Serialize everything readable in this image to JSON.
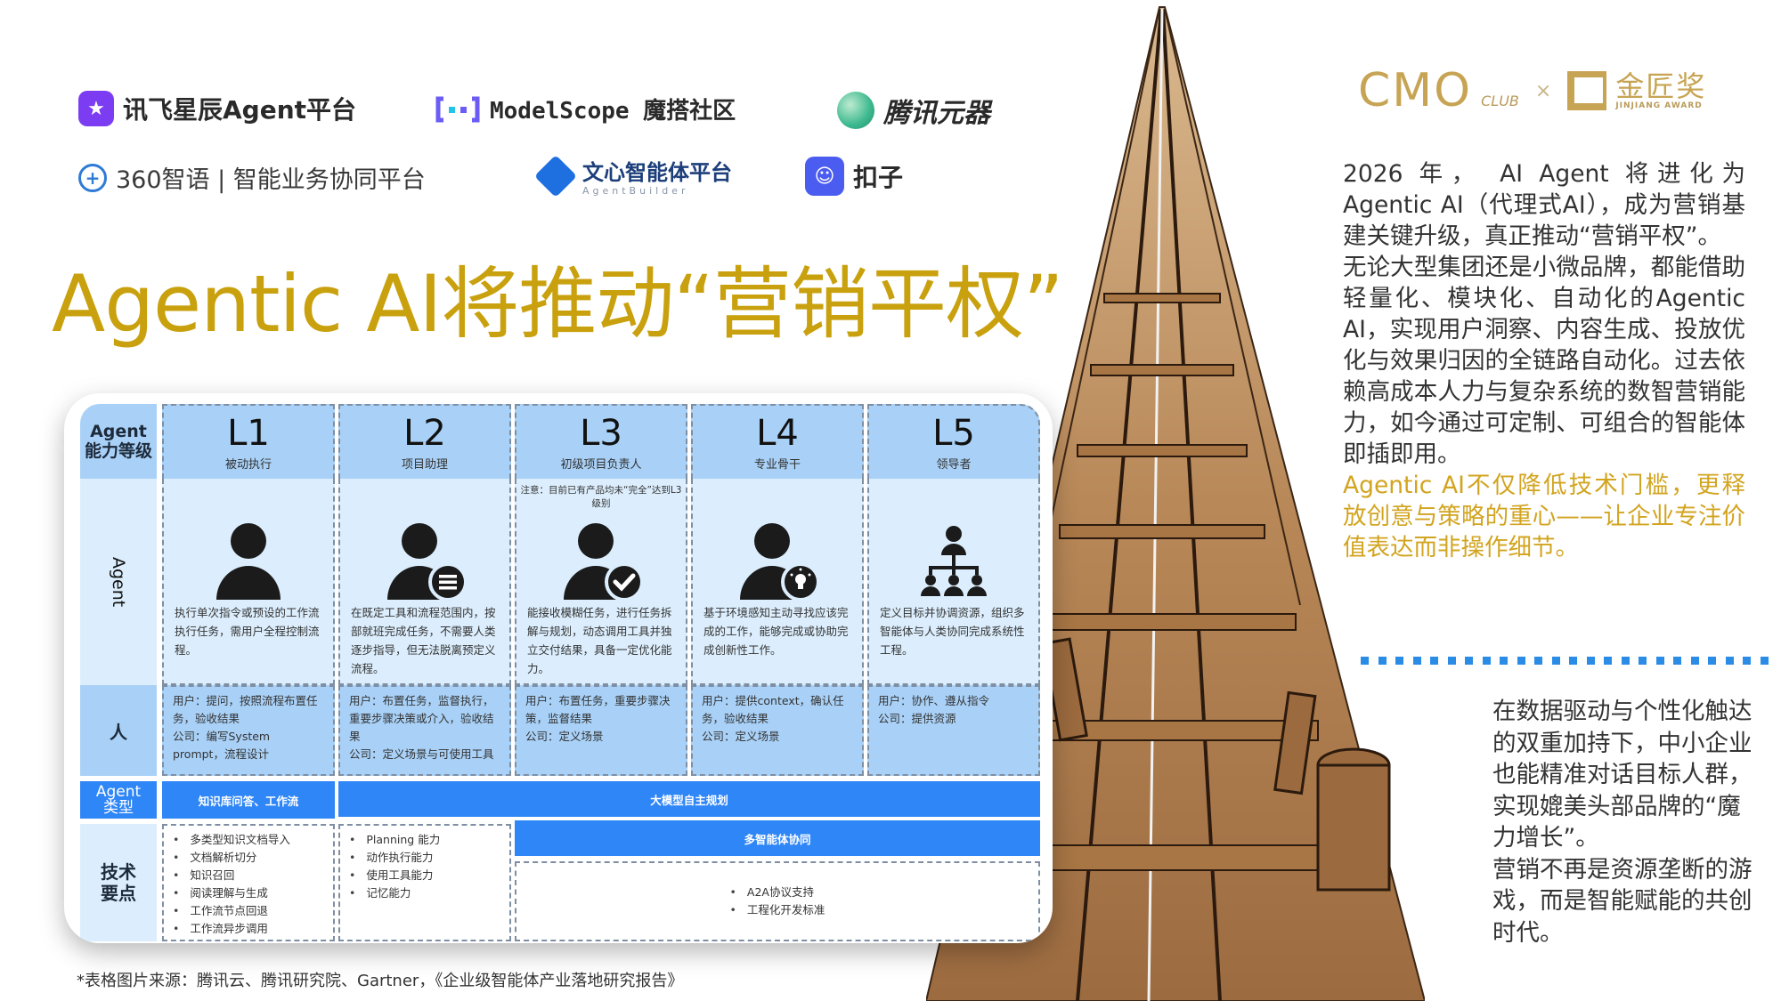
{
  "logos": [
    {
      "name": "讯飞星辰Agent平台",
      "icon": "iflytek-star-icon",
      "color": "#7B3CF2"
    },
    {
      "name": "ModelScope 魔搭社区",
      "icon": "modelscope-icon",
      "color": "#6A5CF5"
    },
    {
      "name": "腾讯元器",
      "icon": "tencent-yuanqi-icon",
      "color": "#3BB88E"
    },
    {
      "name": "360智语 | 智能业务协同平台",
      "icon": "360-icon",
      "color": "#2E7BD6"
    },
    {
      "name": "文心智能体平台",
      "sub": "AgentBuilder",
      "icon": "wenxin-icon",
      "color": "#1E6FE0"
    },
    {
      "name": "扣子",
      "icon": "coze-icon",
      "color": "#4B5CF0"
    }
  ],
  "title": "Agentic AI将推动“营销平权”",
  "table": {
    "corner": {
      "line1": "Agent",
      "line2": "能力等级"
    },
    "row_labels": {
      "agent": "Agent",
      "human": "人",
      "type": "Agent 类型",
      "tech": "技术 要点"
    },
    "levels": [
      {
        "code": "L1",
        "name": "被动执行",
        "icon": "person-icon",
        "desc": "执行单次指令或预设的工作流执行任务，需用户全程控制流程。",
        "human": "用户：提问，按照流程布置任务，验收结果\n公司：编写System prompt，流程设计"
      },
      {
        "code": "L2",
        "name": "项目助理",
        "icon": "person-list-icon",
        "desc": "在既定工具和流程范围内，按部就班完成任务，不需要人类逐步指导，但无法脱离预定义流程。",
        "human": "用户：布置任务，监督执行，重要步骤决策或介入，验收结果\n公司：定义场景与可使用工具"
      },
      {
        "code": "L3",
        "name": "初级项目负责人",
        "icon": "person-check-icon",
        "note": "注意：目前已有产品均未“完全”达到L3级别",
        "desc": "能接收模糊任务，进行任务拆解与规划，动态调用工具并独立交付结果，具备一定优化能力。",
        "human": "用户：布置任务，重要步骤决策，监督结果\n公司：定义场景"
      },
      {
        "code": "L4",
        "name": "专业骨干",
        "icon": "person-lightbulb-icon",
        "desc": "基于环境感知主动寻找应该完成的工作，能够完成或协助完成创新性工作。",
        "human": "用户：提供context，确认任务，验收结果\n公司：定义场景"
      },
      {
        "code": "L5",
        "name": "领导者",
        "icon": "org-chart-icon",
        "desc": "定义目标并协调资源，组织多智能体与人类协同完成系统性工程。",
        "human": "用户：协作、遵从指令\n公司：提供资源"
      }
    ],
    "types": {
      "l1": "知识库问答、工作流",
      "l2_l5": "大模型自主规划",
      "l3_l5": "多智能体协同"
    },
    "tech": {
      "l1": [
        "多类型知识文档导入",
        "文档解析切分",
        "知识召回",
        "阅读理解与生成",
        "工作流节点回退",
        "工作流异步调用"
      ],
      "l2": [
        "Planning 能力",
        "动作执行能力",
        "使用工具能力",
        "记忆能力"
      ],
      "l3_l5": [
        "A2A协议支持",
        "工程化开发标准"
      ]
    }
  },
  "source": "*表格图片来源：腾讯云、腾讯研究院、Gartner，《企业级智能体产业落地研究报告》",
  "brand": {
    "cmo": "CMO",
    "club": "CLUB",
    "x": "×",
    "award_cn": "金匠奖",
    "award_en": "JINJIANG AWARD",
    "gold": "#C7A453"
  },
  "right": {
    "para1": "2026 年， AI Agent 将进化为Agentic AI（代理式AI），成为营销基建关键升级，真正推动“营销平权”。",
    "para2": "无论大型集团还是小微品牌，都能借助轻量化、模块化、自动化的Agentic AI，实现用户洞察、内容生成、投放优化与效果归因的全链路自动化。过去依赖高成本人力与复杂系统的数智营销能力，如今通过可定制、可组合的智能体即插即用。",
    "highlight": "Agentic AI不仅降低技术门槛，更释放创意与策略的重心——让企业专注价值表达而非操作细节。",
    "para3": "在数据驱动与个性化触达的双重加持下，中小企业也能精准对话目标人群，实现媲美头部品牌的“魔力增长”。",
    "para4": "营销不再是资源垄断的游戏，而是智能赋能的共创时代。",
    "accent": "#D2A41F",
    "dot_color": "#2B8CE6"
  }
}
